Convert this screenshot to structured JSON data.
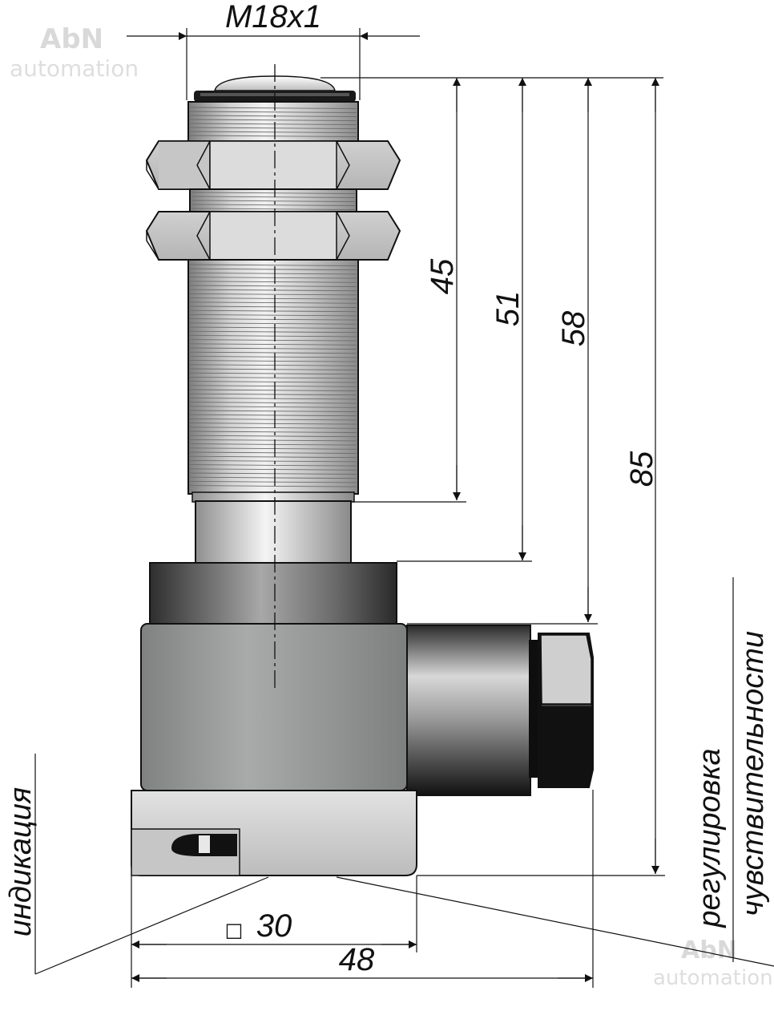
{
  "watermark": {
    "brand": "AbN",
    "subtitle": "automation"
  },
  "dimensions": {
    "thread": "M18x1",
    "d45": "45",
    "d51": "51",
    "d58": "58",
    "d85": "85",
    "square_symbol": "□",
    "width30": "30",
    "width48": "48"
  },
  "callouts": {
    "indication": "индикация",
    "sensitivity_line1": "регулировка",
    "sensitivity_line2": "чувствительности"
  },
  "colors": {
    "line": "#111111",
    "body_gray": "#9a9c9b",
    "thread_gray": "#c9c9c9",
    "dark": "#1a1a1a"
  }
}
